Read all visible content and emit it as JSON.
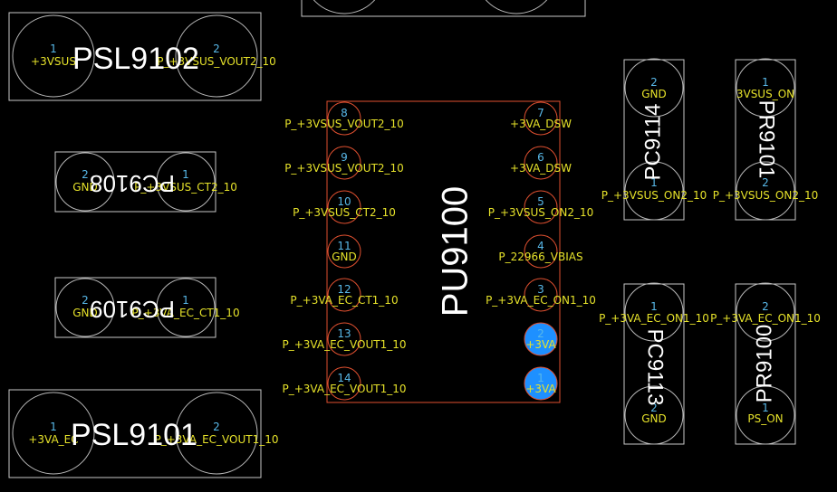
{
  "components": {
    "psl9102": {
      "ref": "PSL9102",
      "pad1": {
        "num": "1",
        "net": "+3VSUS"
      },
      "pad2": {
        "num": "2",
        "net": "P_+3VSUS_VOUT2_10"
      }
    },
    "psl9101": {
      "ref": "PSL9101",
      "pad1": {
        "num": "1",
        "net": "+3VA_EC"
      },
      "pad2": {
        "num": "2",
        "net": "P_+3VA_EC_VOUT1_10"
      }
    },
    "pc9108": {
      "ref": "PC9108",
      "pad1": {
        "num": "1",
        "net": "P_+3VSUS_CT2_10"
      },
      "pad2": {
        "num": "2",
        "net": "GND"
      }
    },
    "pc9109": {
      "ref": "PC9109",
      "pad1": {
        "num": "1",
        "net": "P_+3VA_EC_CT1_10"
      },
      "pad2": {
        "num": "2",
        "net": "GND"
      }
    },
    "pc9114": {
      "ref": "PC9114",
      "pad1": {
        "num": "1",
        "net": "P_+3VSUS_ON2_10"
      },
      "pad2": {
        "num": "2",
        "net": "GND"
      }
    },
    "pr9101": {
      "ref": "PR9101",
      "pad1": {
        "num": "1",
        "net": "3VSUS_ON"
      },
      "pad2": {
        "num": "2",
        "net": "P_+3VSUS_ON2_10"
      }
    },
    "pc9113": {
      "ref": "PC9113",
      "pad1": {
        "num": "1",
        "net": "P_+3VA_EC_ON1_10"
      },
      "pad2": {
        "num": "2",
        "net": "GND"
      }
    },
    "pr9100": {
      "ref": "PR9100",
      "pad1": {
        "num": "1",
        "net": "PS_ON"
      },
      "pad2": {
        "num": "2",
        "net": "P_+3VA_EC_ON1_10"
      }
    },
    "pu9100": {
      "ref": "PU9100",
      "pins": [
        {
          "num": "1",
          "net": "+3VA"
        },
        {
          "num": "2",
          "net": "+3VA"
        },
        {
          "num": "3",
          "net": "P_+3VA_EC_ON1_10"
        },
        {
          "num": "4",
          "net": "P_22966_VBIAS"
        },
        {
          "num": "5",
          "net": "P_+3VSUS_ON2_10"
        },
        {
          "num": "6",
          "net": "+3VA_DSW"
        },
        {
          "num": "7",
          "net": "+3VA_DSW"
        },
        {
          "num": "8",
          "net": "P_+3VSUS_VOUT2_10"
        },
        {
          "num": "9",
          "net": "P_+3VSUS_VOUT2_10"
        },
        {
          "num": "10",
          "net": "P_+3VSUS_CT2_10"
        },
        {
          "num": "11",
          "net": "GND"
        },
        {
          "num": "12",
          "net": "P_+3VA_EC_CT1_10"
        },
        {
          "num": "13",
          "net": "P_+3VA_EC_VOUT1_10"
        },
        {
          "num": "14",
          "net": "P_+3VA_EC_VOUT1_10"
        }
      ]
    }
  },
  "colors": {
    "background": "#000000",
    "outline": "#c8c8c8",
    "ic_outline": "#e05030",
    "selected_pad": "#1e90ff",
    "pin_number": "#58b8e8",
    "net_name": "#e6e22a",
    "refdes": "#ffffff"
  }
}
